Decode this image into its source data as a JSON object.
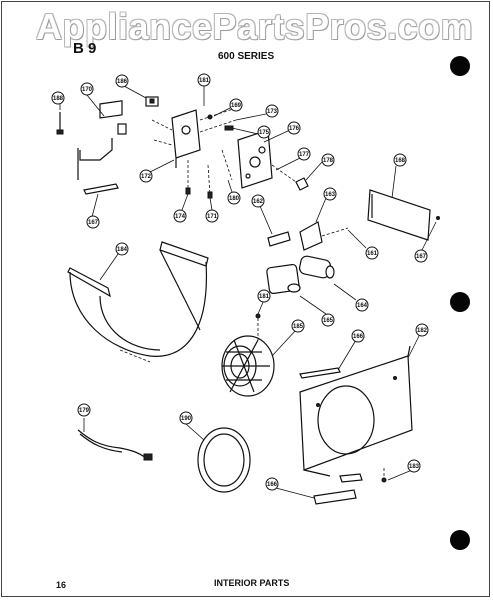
{
  "watermark": "AppliancePartsPros.com",
  "page_code": "B 9",
  "series_label": "600 SERIES",
  "footer_title": "INTERIOR PARTS",
  "page_number": "16",
  "callouts": {
    "c188": "188",
    "c170": "170",
    "c186": "186",
    "c181a": "181",
    "c169": "169",
    "c173": "173",
    "c175": "175",
    "c176": "176",
    "c177": "177",
    "c178": "178",
    "c168": "168",
    "c172": "172",
    "c174": "174",
    "c171": "171",
    "c180": "180",
    "c162": "162",
    "c163": "163",
    "c167a": "167",
    "c161": "161",
    "c167b": "167",
    "c184": "184",
    "c164": "164",
    "c165": "165",
    "c181b": "181",
    "c185": "185",
    "c166a": "166",
    "c182": "182",
    "c179": "179",
    "c190": "190",
    "c166b": "166",
    "c183": "183"
  }
}
